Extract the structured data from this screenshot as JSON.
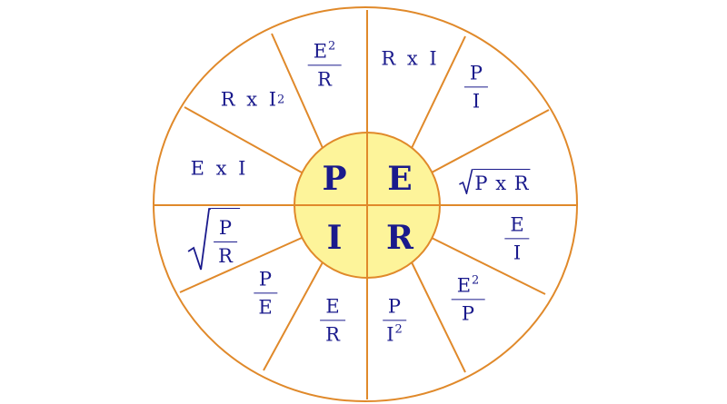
{
  "colors": {
    "ring_fill": "#ffffff",
    "ring_stroke": "#e0892a",
    "center_fill": "#fdf49a",
    "center_stroke": "#e0892a",
    "text": "#1a1a8c"
  },
  "center": {
    "top_left": "P",
    "top_right": "E",
    "bottom_left": "I",
    "bottom_right": "R"
  },
  "formulas": {
    "e2_over_r": {
      "num": "E",
      "exp": "2",
      "den": "R"
    },
    "r_times_i": {
      "text": "R x I"
    },
    "p_over_i": {
      "num": "P",
      "den": "I"
    },
    "r_times_i2": {
      "text": "R x I",
      "exp": "2"
    },
    "e_times_i": {
      "text": "E x I"
    },
    "sqrt_p_times_r": {
      "text": "P x R"
    },
    "sqrt_p_over_r": {
      "num": "P",
      "den": "R"
    },
    "e_over_i": {
      "num": "E",
      "den": "I"
    },
    "p_over_e": {
      "num": "P",
      "den": "E"
    },
    "e2_over_p": {
      "num": "E",
      "exp": "2",
      "den": "P"
    },
    "e_over_r": {
      "num": "E",
      "den": "R"
    },
    "p_over_i2": {
      "num": "P",
      "den": "I",
      "den_exp": "2"
    }
  }
}
